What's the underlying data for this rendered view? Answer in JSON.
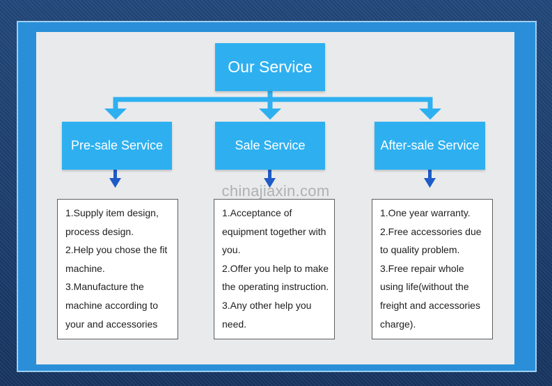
{
  "colors": {
    "box_fill": "#2eb0f0",
    "connector": "#2eb0f0",
    "down_arrow": "#1f5bc7",
    "frame": "#2a8fd8",
    "panel": "#e9eaec"
  },
  "diagram": {
    "root": {
      "label": "Our Service"
    },
    "branches": [
      {
        "label": "Pre-sale Service",
        "lines": [
          "1.Supply item design,",
          "process design.",
          "2.Help you chose the fit",
          "machine.",
          "3.Manufacture the",
          "machine according to",
          "your and accessories"
        ]
      },
      {
        "label": "Sale Service",
        "lines": [
          "1.Acceptance of",
          "equipment together with",
          "you.",
          "2.Offer you help to make",
          "the operating instruction.",
          "3.Any other help you",
          "need."
        ]
      },
      {
        "label": "After-sale Service",
        "lines": [
          "1.One year warranty.",
          "2.Free accessories due",
          "to quality problem.",
          "3.Free repair whole",
          "using life(without the",
          "freight and accessories",
          "charge)."
        ]
      }
    ]
  },
  "watermark": "chinajiaxin.com"
}
